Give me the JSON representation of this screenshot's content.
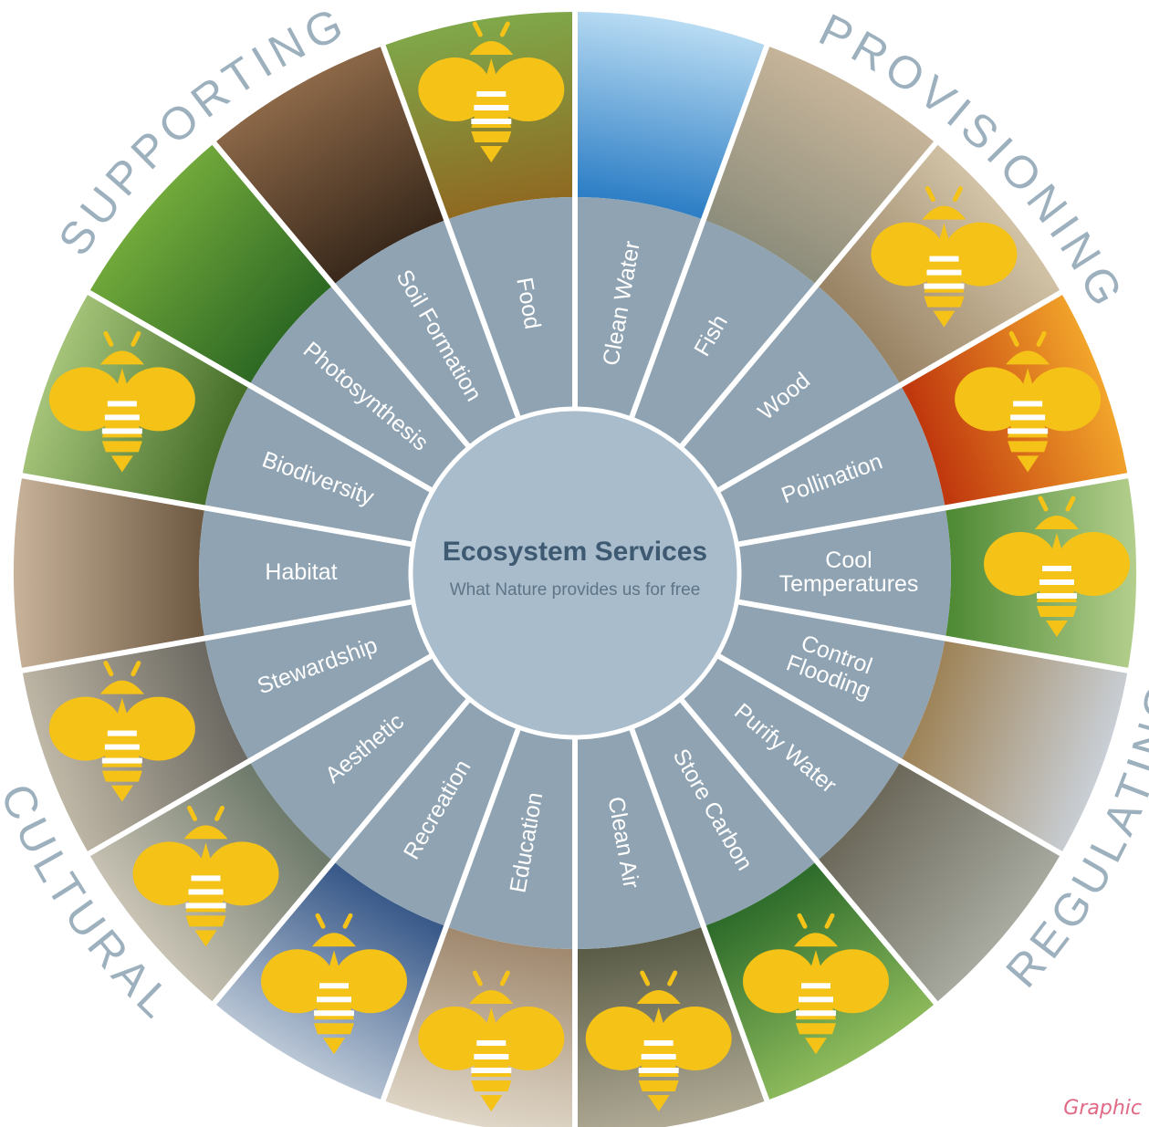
{
  "center": {
    "title": "Ecosystem Services",
    "subtitle": "What Nature provides us for free"
  },
  "categories": [
    {
      "id": "provisioning",
      "label": "PROVISIONING"
    },
    {
      "id": "regulating",
      "label": "REGULATING"
    },
    {
      "id": "cultural",
      "label": "CULTURAL"
    },
    {
      "id": "supporting",
      "label": "SUPPORTING"
    }
  ],
  "services": [
    {
      "lines": [
        "Clean Water"
      ],
      "category": "provisioning",
      "photo": "water-tap",
      "bee": false
    },
    {
      "lines": [
        "Fish"
      ],
      "category": "provisioning",
      "photo": "salmon-stream",
      "bee": false
    },
    {
      "lines": [
        "Wood"
      ],
      "category": "provisioning",
      "photo": "lumber",
      "bee": true
    },
    {
      "lines": [
        "Pollination"
      ],
      "category": "provisioning",
      "photo": "sunflower",
      "bee": true
    },
    {
      "lines": [
        "Cool",
        "Temperatures"
      ],
      "category": "regulating",
      "photo": "shade-trees",
      "bee": true
    },
    {
      "lines": [
        "Control",
        "Flooding"
      ],
      "category": "regulating",
      "photo": "wetland",
      "bee": false
    },
    {
      "lines": [
        "Purify Water"
      ],
      "category": "regulating",
      "photo": "creek",
      "bee": false
    },
    {
      "lines": [
        "Store Carbon"
      ],
      "category": "regulating",
      "photo": "green-forest",
      "bee": true
    },
    {
      "lines": [
        "Clean Air"
      ],
      "category": "regulating",
      "photo": "tall-forest",
      "bee": true
    },
    {
      "lines": [
        "Education"
      ],
      "category": "cultural",
      "photo": "child-exploring",
      "bee": true
    },
    {
      "lines": [
        "Recreation"
      ],
      "category": "cultural",
      "photo": "hiking",
      "bee": true
    },
    {
      "lines": [
        "Aesthetic"
      ],
      "category": "cultural",
      "photo": "mountain-view",
      "bee": true
    },
    {
      "lines": [
        "Stewardship"
      ],
      "category": "cultural",
      "photo": "volunteers",
      "bee": true
    },
    {
      "lines": [
        "Habitat"
      ],
      "category": "supporting",
      "photo": "owl",
      "bee": false
    },
    {
      "lines": [
        "Biodiversity"
      ],
      "category": "supporting",
      "photo": "grasses",
      "bee": true
    },
    {
      "lines": [
        "Photosynthesis"
      ],
      "category": "supporting",
      "photo": "leaf",
      "bee": false
    },
    {
      "lines": [
        "Soil Formation"
      ],
      "category": "supporting",
      "photo": "soil-seedling",
      "bee": false
    },
    {
      "lines": [
        "Food"
      ],
      "category": "supporting",
      "photo": "vegetables",
      "bee": true
    }
  ],
  "colors": {
    "inner_wedge": "#8fa3b2",
    "center_disc": "#a9bccb",
    "title_text": "#3e5a72",
    "subtitle_text": "#5e7588",
    "label_text": "#ffffff",
    "category_text": "#9db0be",
    "bee_yellow": "#f5c218",
    "credit_text": "#e06a86",
    "photos": {
      "water-tap": [
        "#2e7fc6",
        "#b9dcf3"
      ],
      "salmon-stream": [
        "#8e8e7c",
        "#c7b59a"
      ],
      "lumber": [
        "#9a8466",
        "#d2c3a7"
      ],
      "sunflower": [
        "#c0380e",
        "#f2a52b"
      ],
      "shade-trees": [
        "#4f8a35",
        "#b4cf8d"
      ],
      "wetland": [
        "#9f8459",
        "#c9cfd6"
      ],
      "creek": [
        "#6d6a5c",
        "#a8aaa0"
      ],
      "green-forest": [
        "#2f6d2c",
        "#8ebb5c"
      ],
      "tall-forest": [
        "#5b5d48",
        "#b0aa95"
      ],
      "child-exploring": [
        "#a18a70",
        "#e0d7c8"
      ],
      "hiking": [
        "#3a5a8a",
        "#b9c6d5"
      ],
      "mountain-view": [
        "#6f7b6c",
        "#c9c3b4"
      ],
      "volunteers": [
        "#6c6a62",
        "#bfb7a6"
      ],
      "owl": [
        "#6f5a43",
        "#c8b39a"
      ],
      "grasses": [
        "#476f2a",
        "#a5c47a"
      ],
      "leaf": [
        "#2f6a24",
        "#72a93b"
      ],
      "soil-seedling": [
        "#3b2a1c",
        "#8c6848"
      ],
      "vegetables": [
        "#8f6b22",
        "#7fa84a"
      ]
    }
  },
  "credit": "Graphic"
}
